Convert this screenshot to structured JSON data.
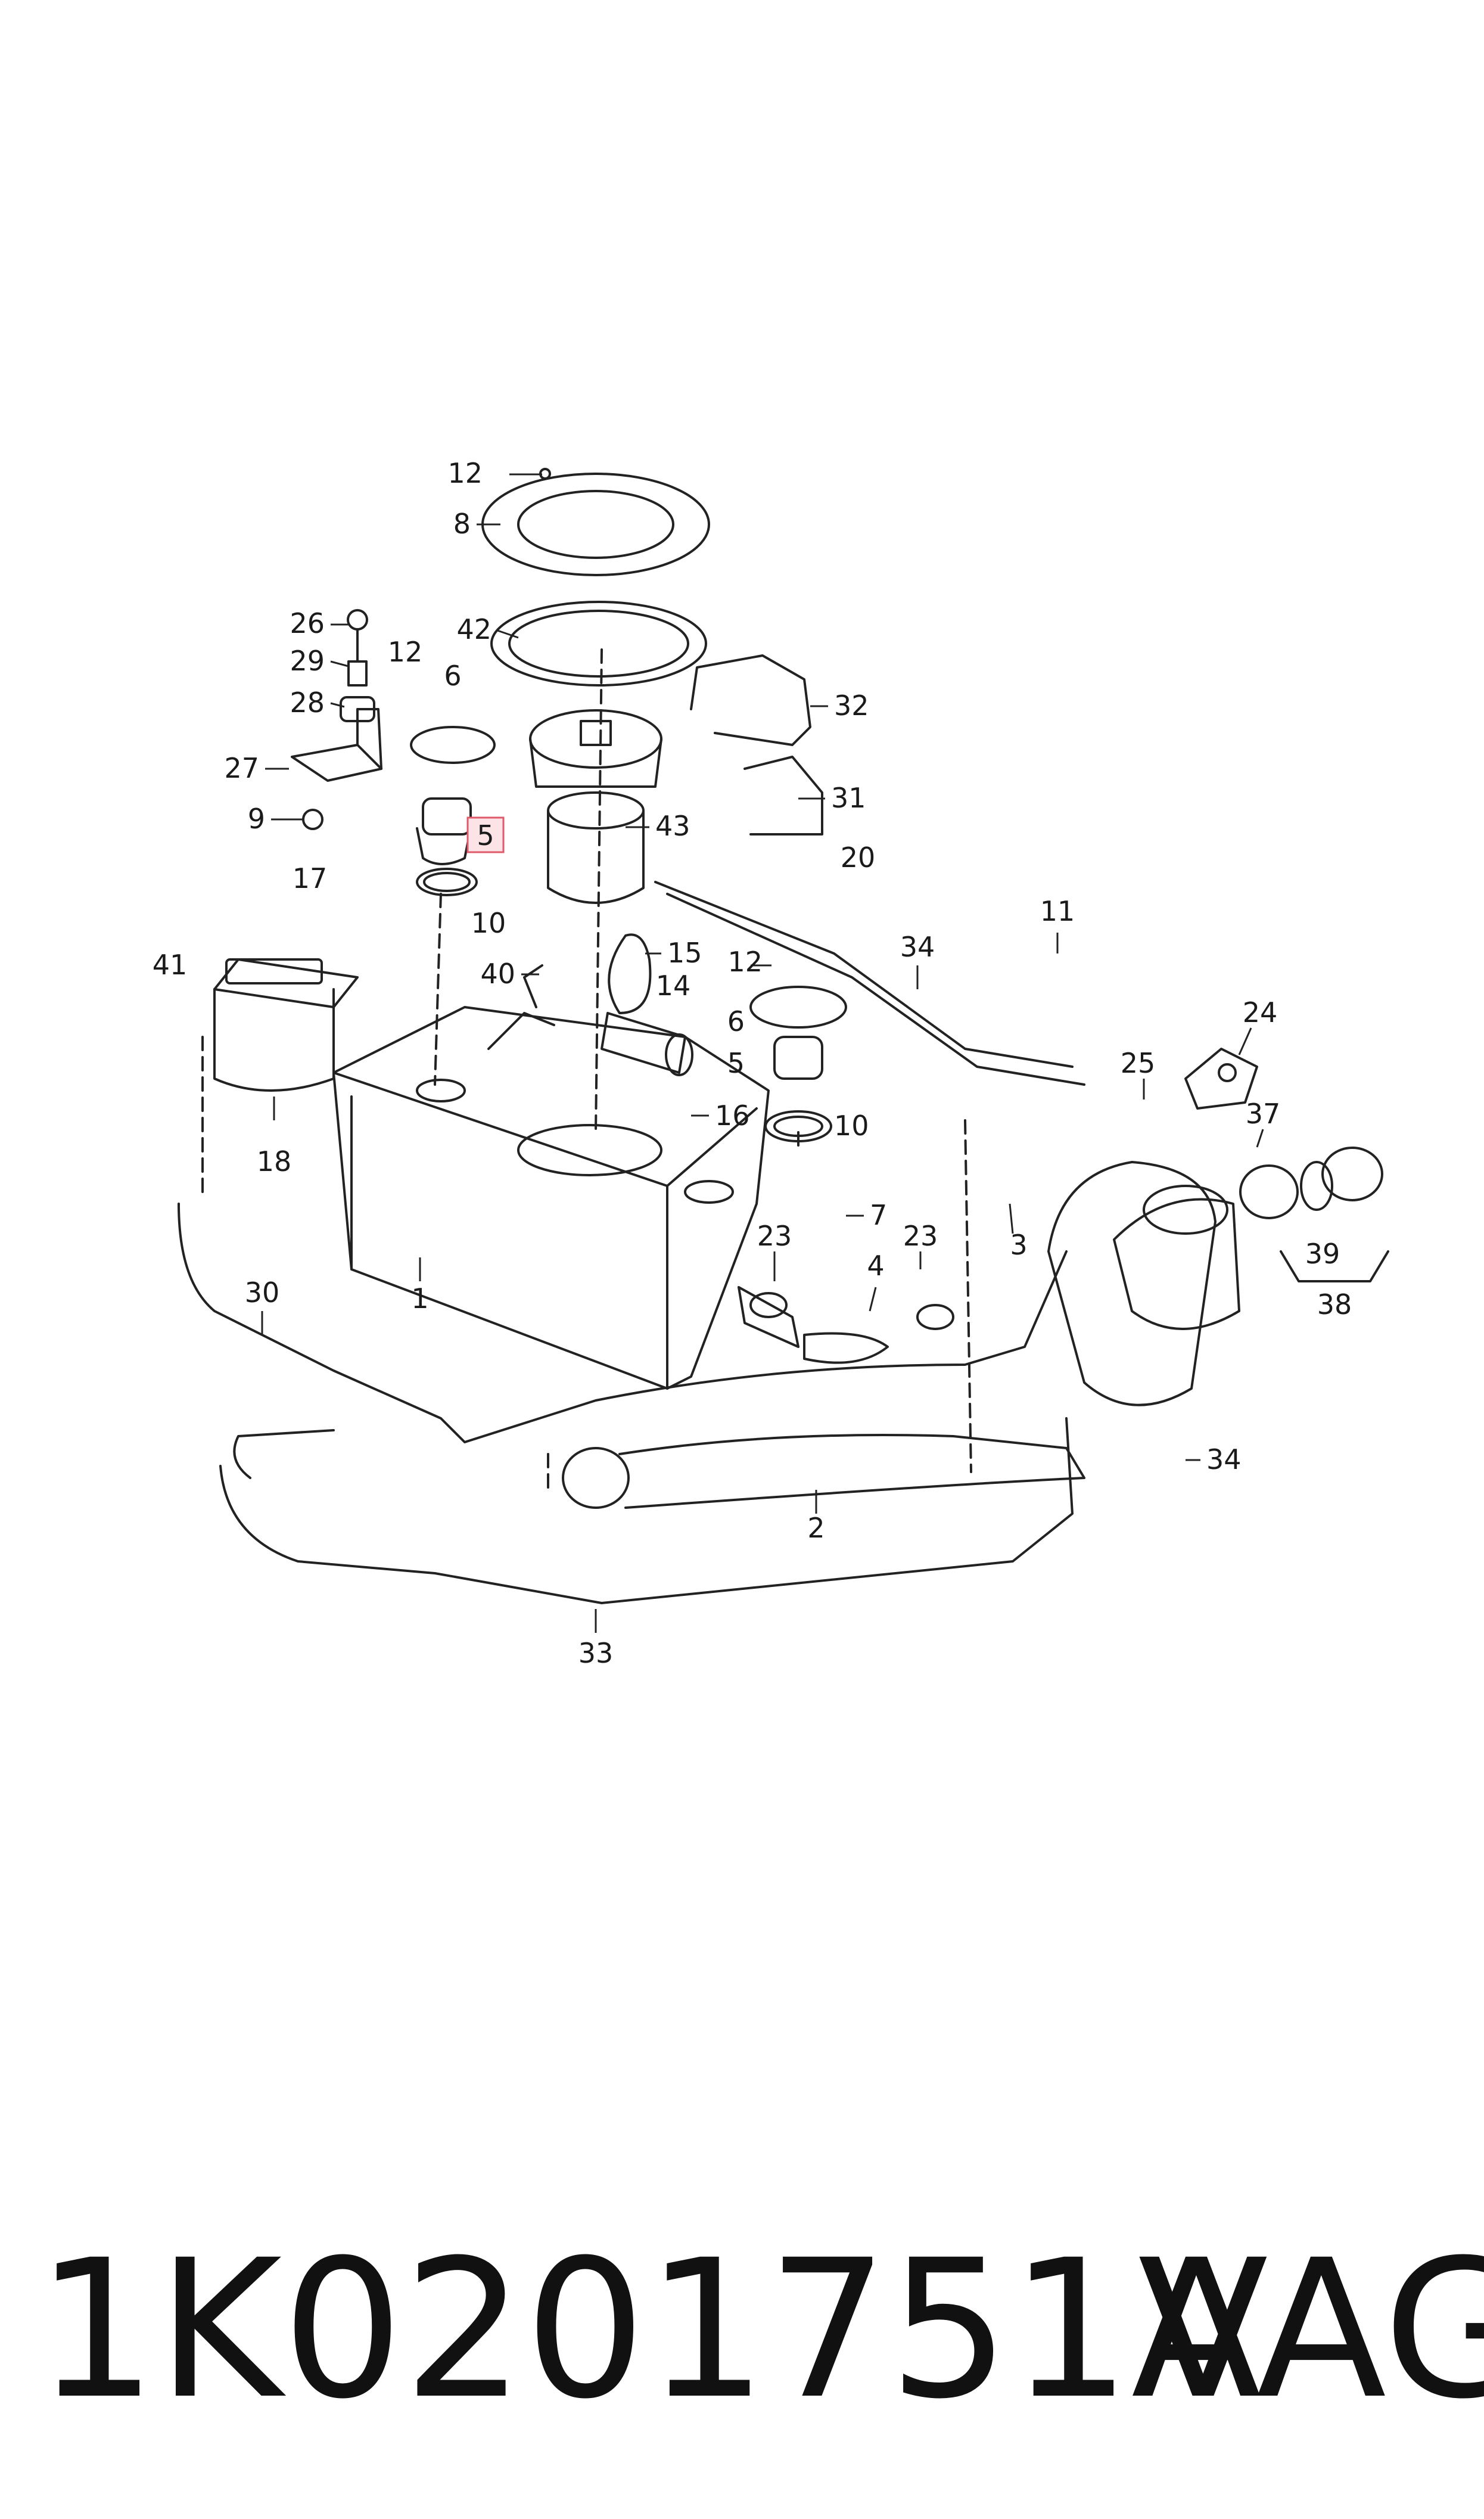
{
  "callouts": [
    {
      "id": "c12a",
      "label": "12"
    },
    {
      "id": "c8",
      "label": "8"
    },
    {
      "id": "c42",
      "label": "42"
    },
    {
      "id": "c26",
      "label": "26"
    },
    {
      "id": "c29",
      "label": "29"
    },
    {
      "id": "c12b",
      "label": "12"
    },
    {
      "id": "c6a",
      "label": "6"
    },
    {
      "id": "c28",
      "label": "28"
    },
    {
      "id": "c32",
      "label": "32"
    },
    {
      "id": "c27",
      "label": "27"
    },
    {
      "id": "c31",
      "label": "31"
    },
    {
      "id": "c9",
      "label": "9"
    },
    {
      "id": "c5a",
      "label": "5"
    },
    {
      "id": "c43",
      "label": "43"
    },
    {
      "id": "c20",
      "label": "20"
    },
    {
      "id": "c17",
      "label": "17"
    },
    {
      "id": "c10a",
      "label": "10"
    },
    {
      "id": "c11",
      "label": "11"
    },
    {
      "id": "c34a",
      "label": "34"
    },
    {
      "id": "c41",
      "label": "41"
    },
    {
      "id": "c15",
      "label": "15"
    },
    {
      "id": "c12c",
      "label": "12"
    },
    {
      "id": "c40",
      "label": "40"
    },
    {
      "id": "c14",
      "label": "14"
    },
    {
      "id": "c6b",
      "label": "6"
    },
    {
      "id": "c24",
      "label": "24"
    },
    {
      "id": "c5b",
      "label": "5"
    },
    {
      "id": "c25",
      "label": "25"
    },
    {
      "id": "c37",
      "label": "37"
    },
    {
      "id": "c16",
      "label": "16"
    },
    {
      "id": "c10b",
      "label": "10"
    },
    {
      "id": "c18",
      "label": "18"
    },
    {
      "id": "c7",
      "label": "7"
    },
    {
      "id": "c3",
      "label": "3"
    },
    {
      "id": "c23a",
      "label": "23"
    },
    {
      "id": "c23b",
      "label": "23"
    },
    {
      "id": "c39",
      "label": "39"
    },
    {
      "id": "c4",
      "label": "4"
    },
    {
      "id": "c38",
      "label": "38"
    },
    {
      "id": "c30",
      "label": "30"
    },
    {
      "id": "c1",
      "label": "1"
    },
    {
      "id": "c34b",
      "label": "34"
    },
    {
      "id": "c2",
      "label": "2"
    },
    {
      "id": "c33",
      "label": "33"
    }
  ],
  "highlight": {
    "label": "5",
    "color": "#e05a6a",
    "fill": "#fbe3e6"
  },
  "footer": {
    "part_number": "1K0201751A",
    "brand": "VAG"
  }
}
